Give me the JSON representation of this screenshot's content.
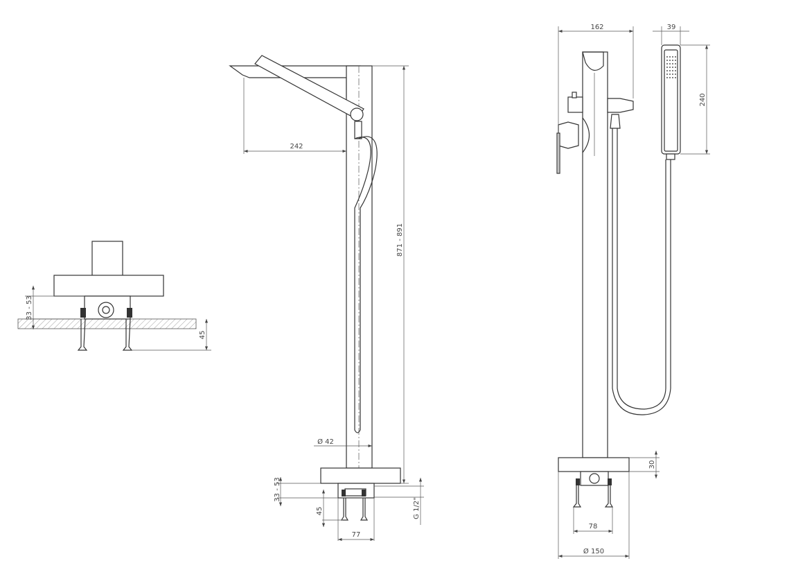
{
  "views": {
    "left": {
      "dim_adjust": "33 - 53",
      "dim_anchor": "45"
    },
    "front": {
      "dim_spout": "242",
      "dim_height": "871 - 891",
      "dim_pipe": "Ø 42",
      "dim_adjust": "33 - 53",
      "dim_anchor": "45",
      "dim_base": "77",
      "dim_thread": "G 1/2\""
    },
    "side": {
      "dim_width": "162",
      "dim_handshower_width": "39",
      "dim_handshower_length": "240",
      "dim_base_height": "30",
      "dim_anchor_spacing": "78",
      "dim_base_diameter": "Ø 150"
    }
  }
}
